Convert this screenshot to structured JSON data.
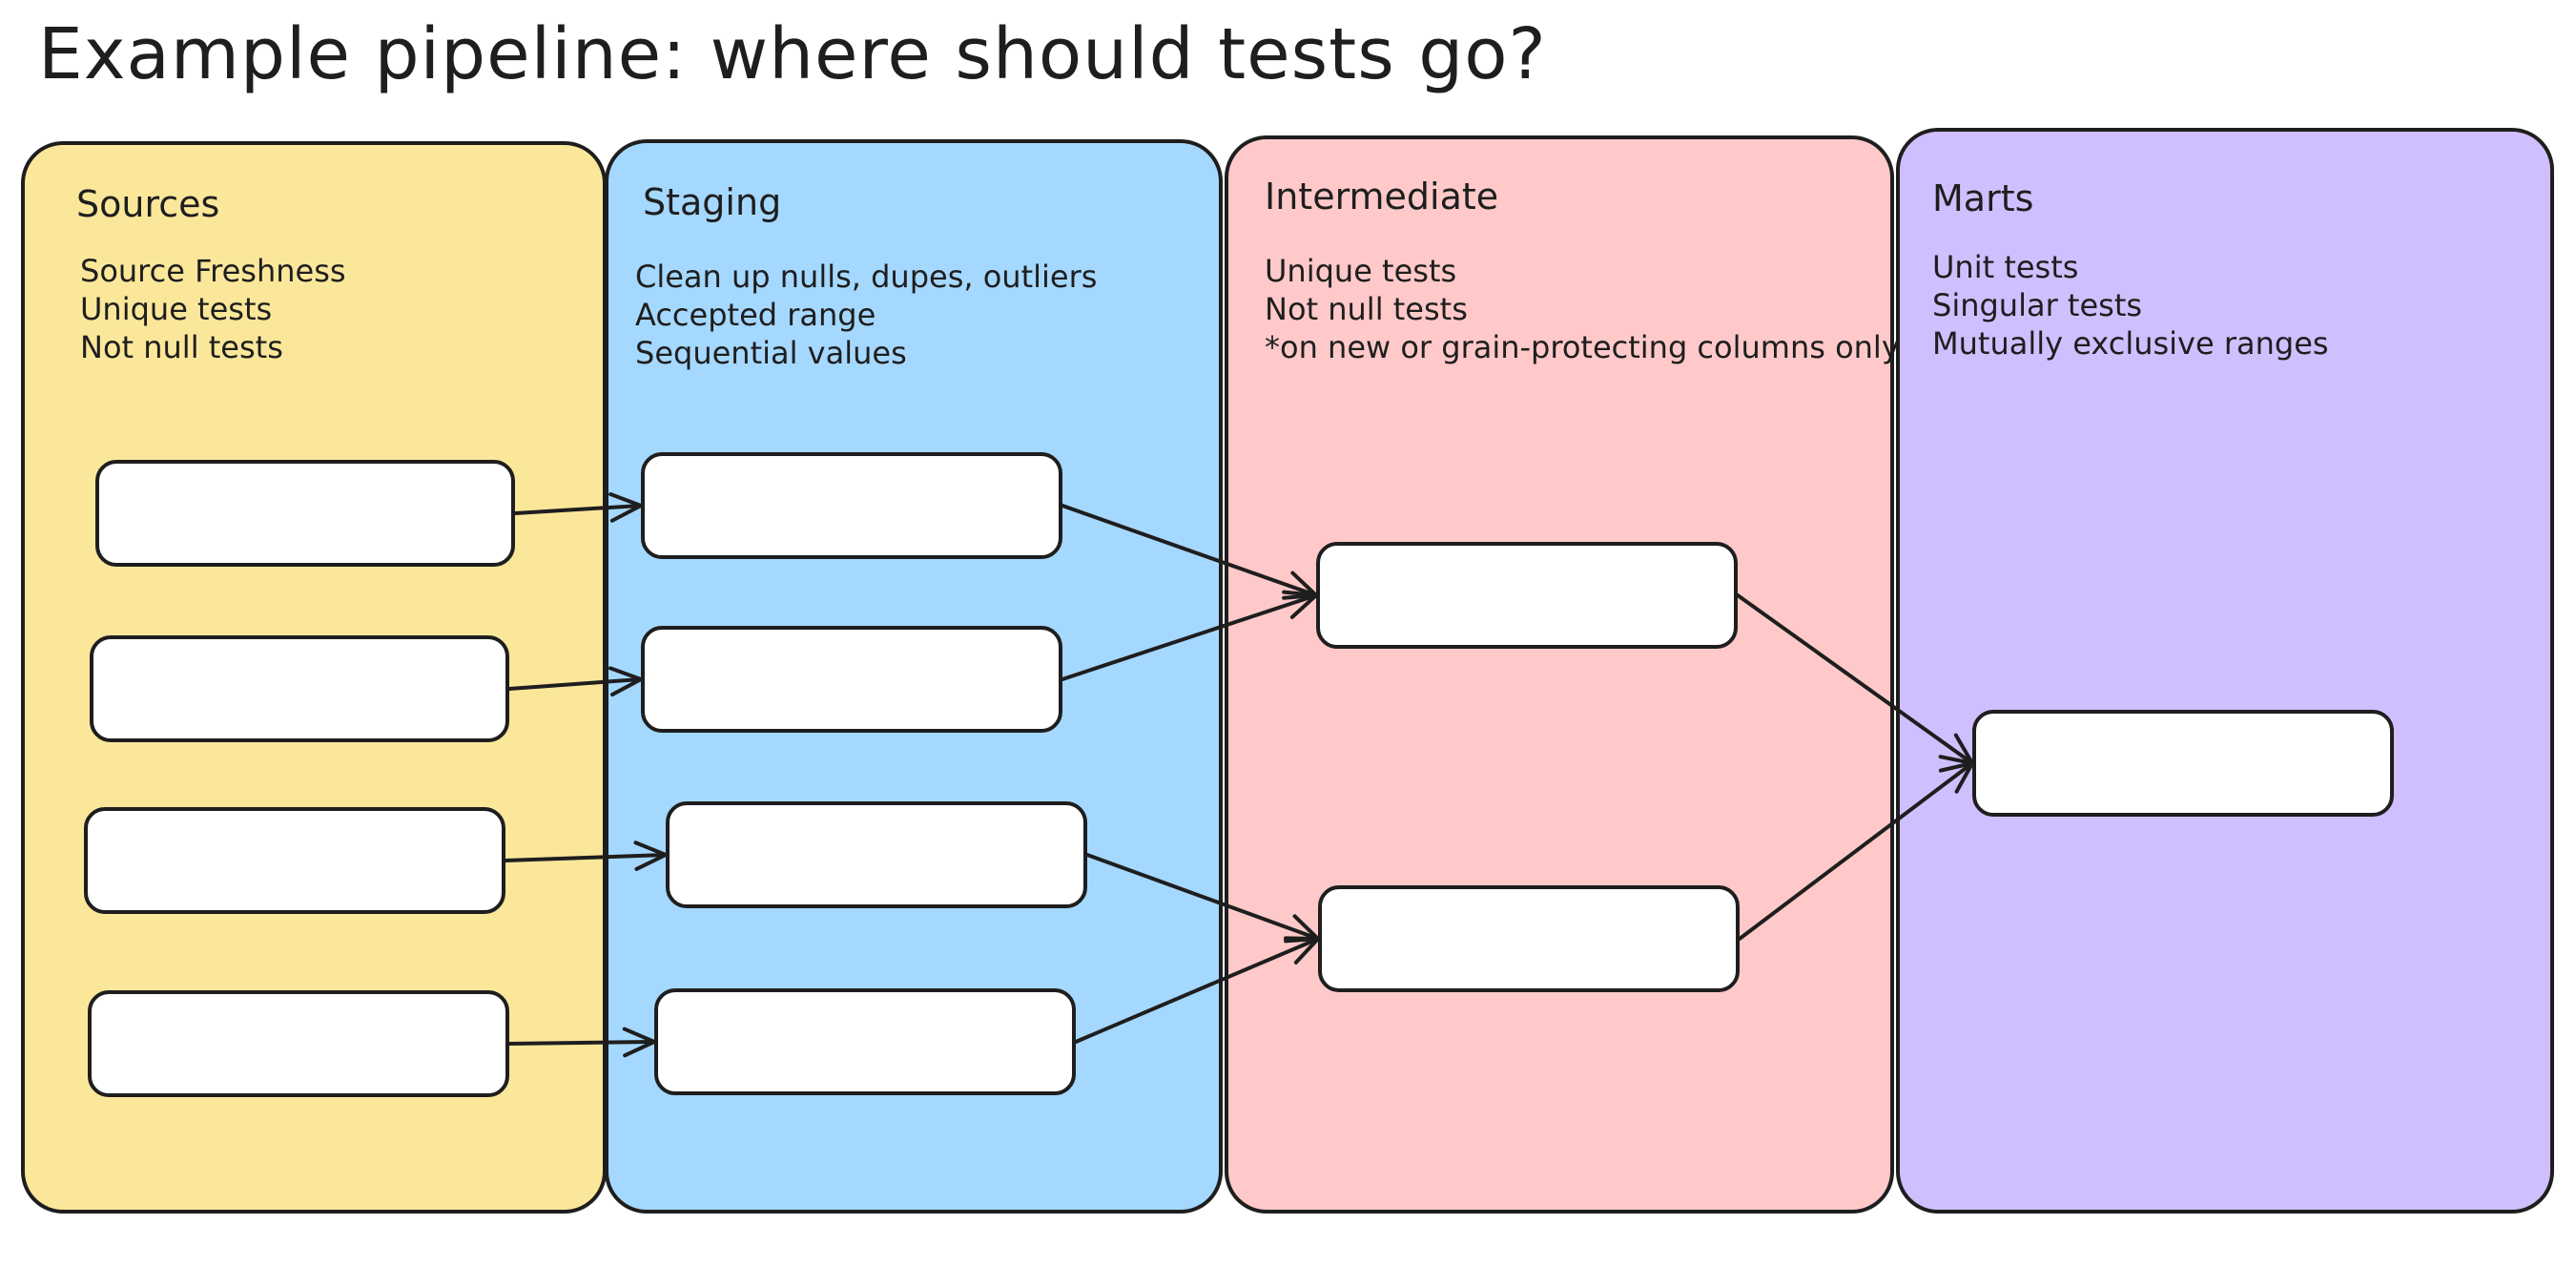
{
  "title": "Example pipeline: where should tests go?",
  "colors": {
    "sources": "#fbe79a",
    "staging": "#a5d8ff",
    "intermediate": "#ffc9c9",
    "marts": "#d0bfff",
    "stroke": "#1e1e1e",
    "node_fill": "#ffffff"
  },
  "columns": [
    {
      "id": "sources",
      "heading": "Sources",
      "notes": [
        "Source Freshness",
        "Unique tests",
        "Not null tests"
      ]
    },
    {
      "id": "staging",
      "heading": "Staging",
      "notes": [
        "Clean up nulls, dupes, outliers",
        "Accepted range",
        "Sequential values"
      ]
    },
    {
      "id": "intermediate",
      "heading": "Intermediate",
      "notes": [
        "Unique tests",
        "Not null tests",
        "*on new or grain-protecting columns only"
      ]
    },
    {
      "id": "marts",
      "heading": "Marts",
      "notes": [
        "Unit tests",
        "Singular tests",
        "Mutually exclusive ranges"
      ]
    }
  ],
  "edges": [
    [
      "source-1",
      "staging-1"
    ],
    [
      "source-2",
      "staging-2"
    ],
    [
      "source-3",
      "staging-3"
    ],
    [
      "source-4",
      "staging-4"
    ],
    [
      "staging-1",
      "intermediate-1"
    ],
    [
      "staging-2",
      "intermediate-1"
    ],
    [
      "staging-3",
      "intermediate-2"
    ],
    [
      "staging-4",
      "intermediate-2"
    ],
    [
      "intermediate-1",
      "mart-1"
    ],
    [
      "intermediate-2",
      "mart-1"
    ]
  ]
}
